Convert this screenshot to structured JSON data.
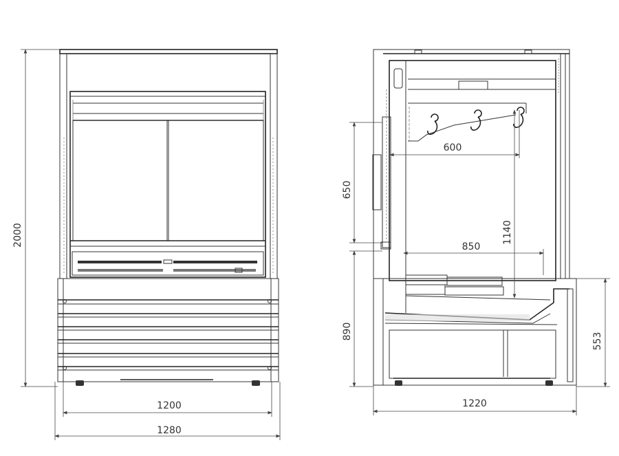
{
  "front_view": {
    "dimensions": {
      "height_total": "2000",
      "inner_width": "1200",
      "outer_width": "1280"
    }
  },
  "side_view": {
    "dimensions": {
      "hook_reach": "600",
      "door_height": "650",
      "hook_height": "1140",
      "shelf_depth": "850",
      "counter_height": "890",
      "base_height": "553",
      "total_depth": "1220"
    }
  }
}
